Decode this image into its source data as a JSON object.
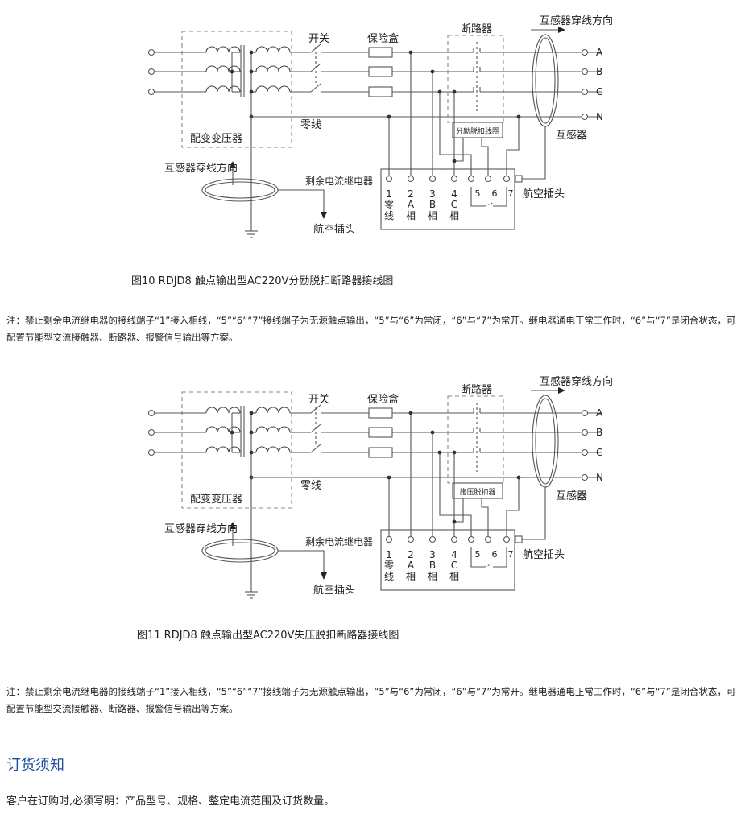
{
  "diagram1": {
    "labels": {
      "switch": "开关",
      "fuse_box": "保险盒",
      "breaker": "断路器",
      "ct_direction": "互感器穿线方向",
      "phase_a": "A",
      "phase_b": "B",
      "phase_c": "C",
      "neutral": "N",
      "neutral_line": "零线",
      "transformer": "配变变压器",
      "trip_device": "分励脱扣线圈",
      "sensor": "互感器",
      "ct_direction_lower": "互感器穿线方向",
      "relay": "剩余电流继电器",
      "plug": "航空插头",
      "plug_lower": "航空插头"
    },
    "terminals": [
      {
        "num": "1",
        "l1": "零",
        "l2": "线"
      },
      {
        "num": "2",
        "l1": "A",
        "l2": "相"
      },
      {
        "num": "3",
        "l1": "B",
        "l2": "相"
      },
      {
        "num": "4",
        "l1": "C",
        "l2": "相"
      },
      {
        "num": "5"
      },
      {
        "num": "6"
      },
      {
        "num": "7"
      }
    ]
  },
  "diagram2": {
    "labels": {
      "switch": "开关",
      "fuse_box": "保险盒",
      "breaker": "断路器",
      "ct_direction": "互感器穿线方向",
      "phase_a": "A",
      "phase_b": "B",
      "phase_c": "C",
      "neutral": "N",
      "neutral_line": "零线",
      "transformer": "配变变压器",
      "trip_device": "施压脱扣器",
      "sensor": "互感器",
      "ct_direction_lower": "互感器穿线方向",
      "relay": "剩余电流继电器",
      "plug": "航空插头",
      "plug_lower": "航空插头"
    },
    "terminals": [
      {
        "num": "1",
        "l1": "零",
        "l2": "线"
      },
      {
        "num": "2",
        "l1": "A",
        "l2": "相"
      },
      {
        "num": "3",
        "l1": "B",
        "l2": "相"
      },
      {
        "num": "4",
        "l1": "C",
        "l2": "相"
      },
      {
        "num": "5"
      },
      {
        "num": "6"
      },
      {
        "num": "7"
      }
    ]
  },
  "caption1": "图10 RDJD8   触点输出型AC220V分励脱扣断路器接线图",
  "note1": "注：禁止剩余电流继电器的接线端子“1”接入相线，“5”“6”“7”接线端子为无源触点输出，“5”与“6”为常闭，“6”与“7”为常开。继电器通电正常工作时，“6”与“7”是闭合状态，可配置节能型交流接触器、断路器、报警信号输出等方案。",
  "caption2": "图11 RDJD8   触点输出型AC220V失压脱扣断路器接线图",
  "note2": "注：禁止剩余电流继电器的接线端子“1”接入相线，“5”“6”“7”接线端子为无源触点输出，“5”与“6”为常闭，“6”与“7”为常开。继电器通电正常工作时，“6”与“7”是闭合状态，可配置节能型交流接触器、断路器、报警信号输出等方案。",
  "order_title": "订货须知",
  "order_text": "客户在订购时,必须写明：产品型号、规格、整定电流范围及订货数量。"
}
